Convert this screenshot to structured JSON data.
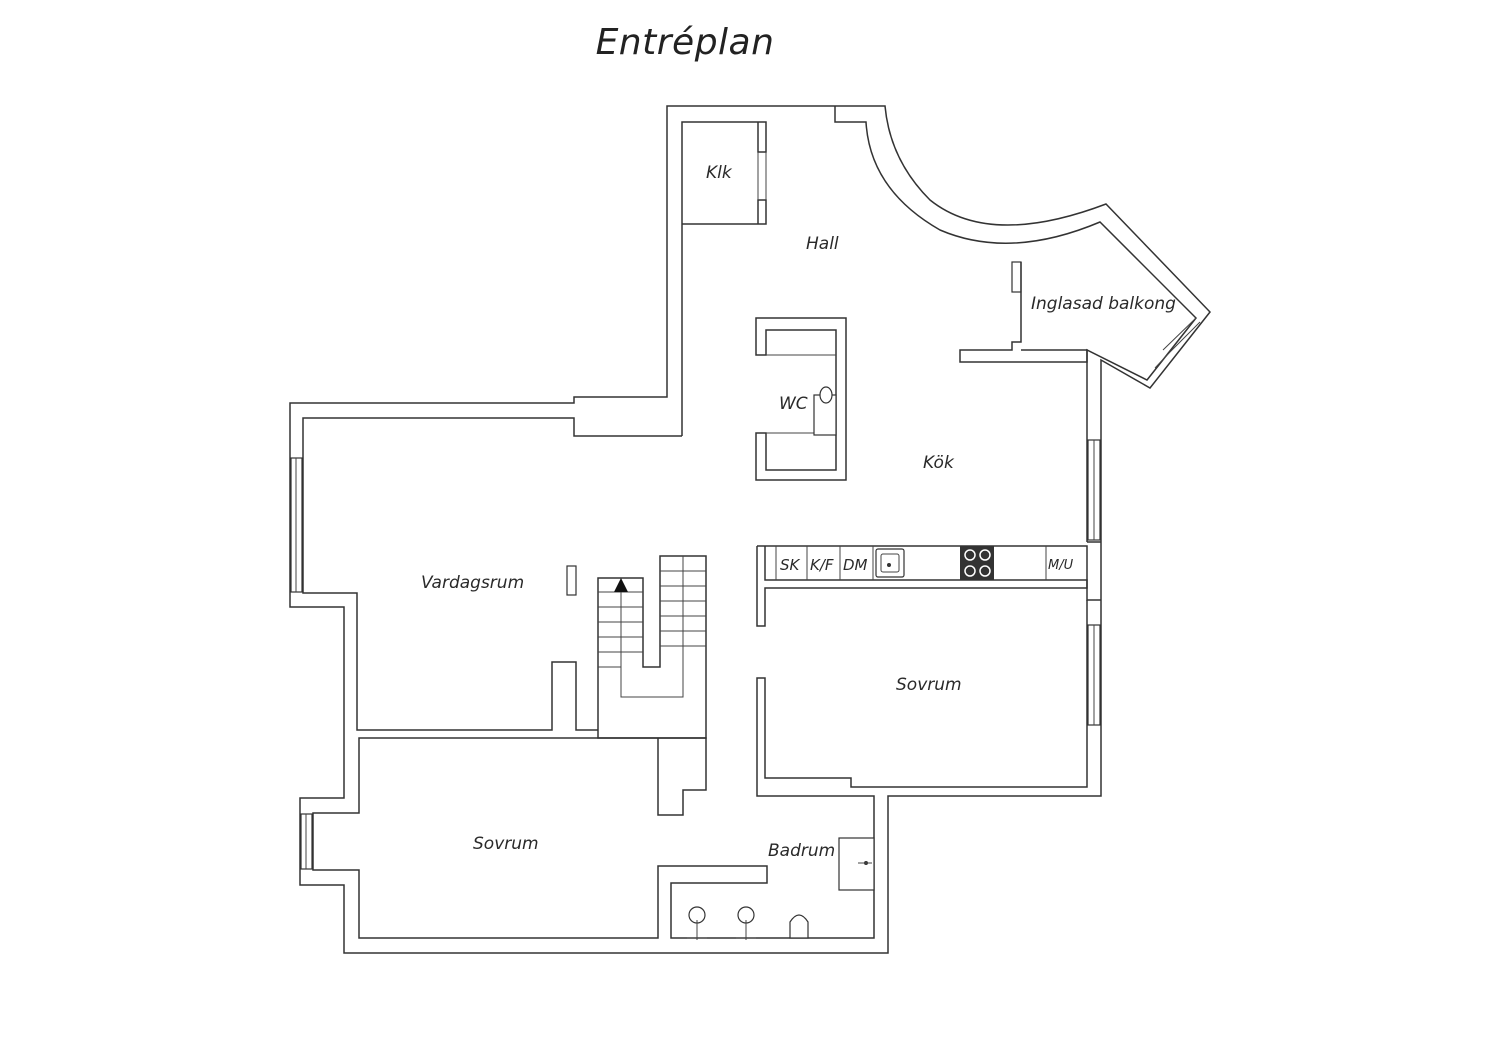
{
  "title": "Entréplan",
  "rooms": {
    "klk": "Klk",
    "hall": "Hall",
    "balcony": "Inglasad balkong",
    "wc": "WC",
    "kitchen": "Kök",
    "living": "Vardagsrum",
    "bedroom_right": "Sovrum",
    "bedroom_left": "Sovrum",
    "bathroom": "Badrum"
  },
  "kitchen_units": {
    "sk": "SK",
    "kf": "K/F",
    "dm": "DM",
    "mu": "M/U"
  },
  "colors": {
    "wall": "#333333",
    "background": "#ffffff",
    "stove": "#333333"
  }
}
